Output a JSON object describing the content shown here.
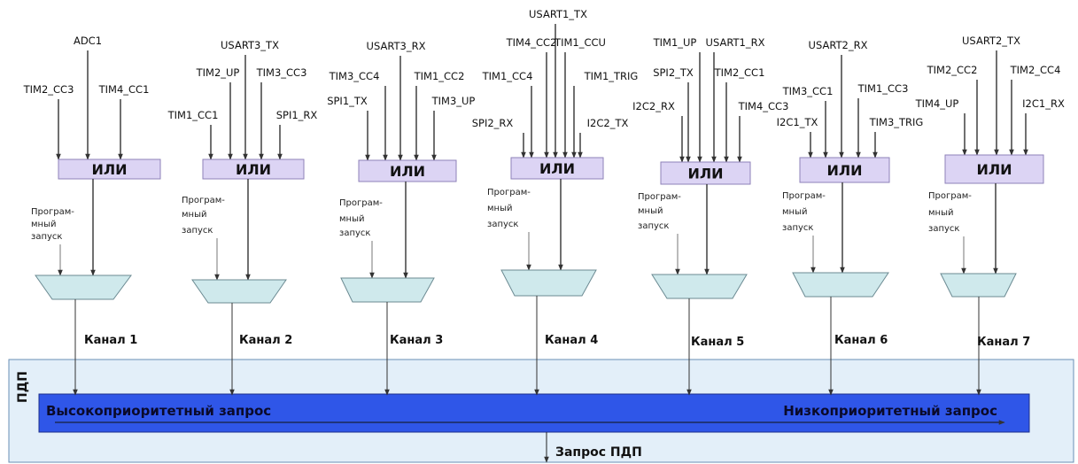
{
  "block_label": "ПДП",
  "or_label": "ИЛИ",
  "soft_label": [
    "Програм-",
    "мный",
    "запуск"
  ],
  "priority": {
    "high": "Высокоприоритетный запрос",
    "low": "Низкоприоритетный запрос"
  },
  "output_label": "Запрос ПДП",
  "colors": {
    "or_fill": "#dcd4f4",
    "mux_fill": "#cfe9ec",
    "panel_fill": "#e3eff9",
    "bar_fill": "#2f56e8",
    "line": "#333333"
  },
  "channels": [
    {
      "label": "Канал 1",
      "inputs": [
        "TIM2_CC3",
        "ADC1",
        "TIM4_CC1"
      ]
    },
    {
      "label": "Канал 2",
      "inputs": [
        "TIM1_CC1",
        "TIM2_UP",
        "USART3_TX",
        "TIM3_CC3",
        "SPI1_RX"
      ]
    },
    {
      "label": "Канал 3",
      "inputs": [
        "SPI1_TX",
        "TIM3_CC4",
        "USART3_RX",
        "TIM1_CC2",
        "TIM3_UP"
      ]
    },
    {
      "label": "Канал 4",
      "inputs": [
        "SPI2_RX",
        "TIM1_CC4",
        "TIM4_CC2",
        "USART1_TX",
        "TIM1_CCU",
        "TIM1_TRIG",
        "I2C2_TX"
      ]
    },
    {
      "label": "Канал 5",
      "inputs": [
        "I2C2_RX",
        "SPI2_TX",
        "TIM1_UP",
        "USART1_RX",
        "TIM2_CC1",
        "TIM4_CC3"
      ]
    },
    {
      "label": "Канал 6",
      "inputs": [
        "I2C1_TX",
        "TIM3_CC1",
        "USART2_RX",
        "TIM1_CC3",
        "TIM3_TRIG"
      ]
    },
    {
      "label": "Канал 7",
      "inputs": [
        "TIM4_UP",
        "TIM2_CC2",
        "USART2_TX",
        "TIM2_CC4",
        "I2C1_RX"
      ]
    }
  ]
}
